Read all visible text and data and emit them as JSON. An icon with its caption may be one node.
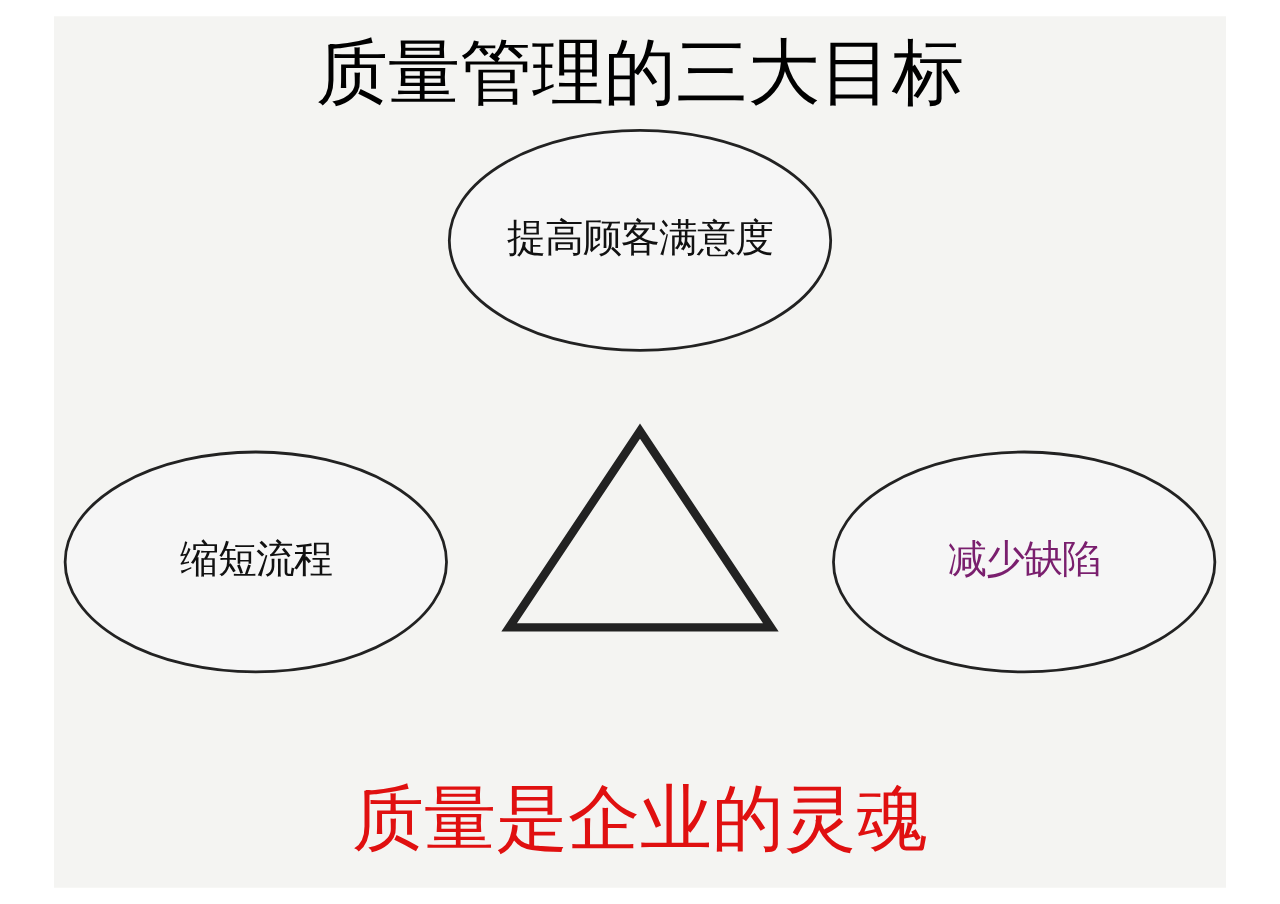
{
  "diagram": {
    "title": "质量管理的三大目标",
    "nodes": [
      {
        "text": [
          "提高顾客满意度"
        ]
      },
      {
        "text": [
          "缩短流程"
        ]
      },
      {
        "text": [],
        "shape": "triangle"
      },
      {
        "text": [
          "减少缺陷"
        ]
      }
    ],
    "labels": [
      "质量是企业的灵魂"
    ]
  }
}
